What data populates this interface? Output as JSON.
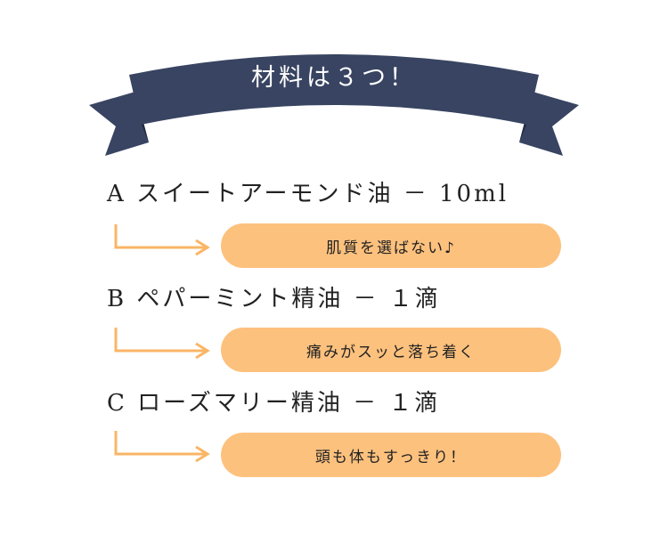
{
  "banner": {
    "title": "材料は３つ！"
  },
  "colors": {
    "banner": "#384461",
    "banner_fold": "#232c42",
    "pill": "#fdc17e",
    "arrow": "#fab566"
  },
  "icons": {
    "arrow": "elbow-arrow-icon"
  },
  "ingredients": [
    {
      "name": "A スイートアーモンド油 － 10ml",
      "note": "肌質を選ばない♪"
    },
    {
      "name": "B ペパーミント精油 － １滴",
      "note": "痛みがスッと落ち着く"
    },
    {
      "name": "C ローズマリー精油 － １滴",
      "note": "頭も体もすっきり！"
    }
  ]
}
